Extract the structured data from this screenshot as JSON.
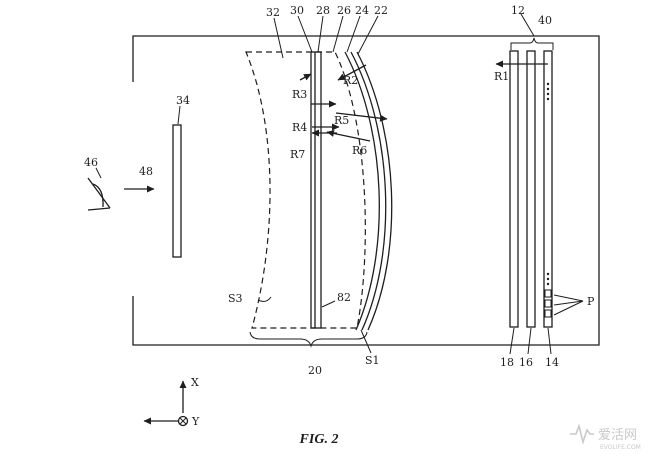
{
  "caption": "FIG. 2",
  "labels": {
    "l12": "12",
    "l14": "14",
    "l16": "16",
    "l18": "18",
    "l20": "20",
    "l22": "22",
    "l24": "24",
    "l26": "26",
    "l28": "28",
    "l30": "30",
    "l32": "32",
    "l34": "34",
    "l40": "40",
    "l46": "46",
    "l48": "48",
    "l82": "82",
    "R1": "R1",
    "R2": "R2",
    "R3": "R3",
    "R4": "R4",
    "R5": "R5",
    "R6": "R6",
    "R7": "R7",
    "S1": "S1",
    "S3": "S3",
    "P": "P",
    "axis_x": "X",
    "axis_y": "Y"
  },
  "watermark": {
    "cn": "爱活网",
    "en": "EVOLIFE.COM"
  }
}
